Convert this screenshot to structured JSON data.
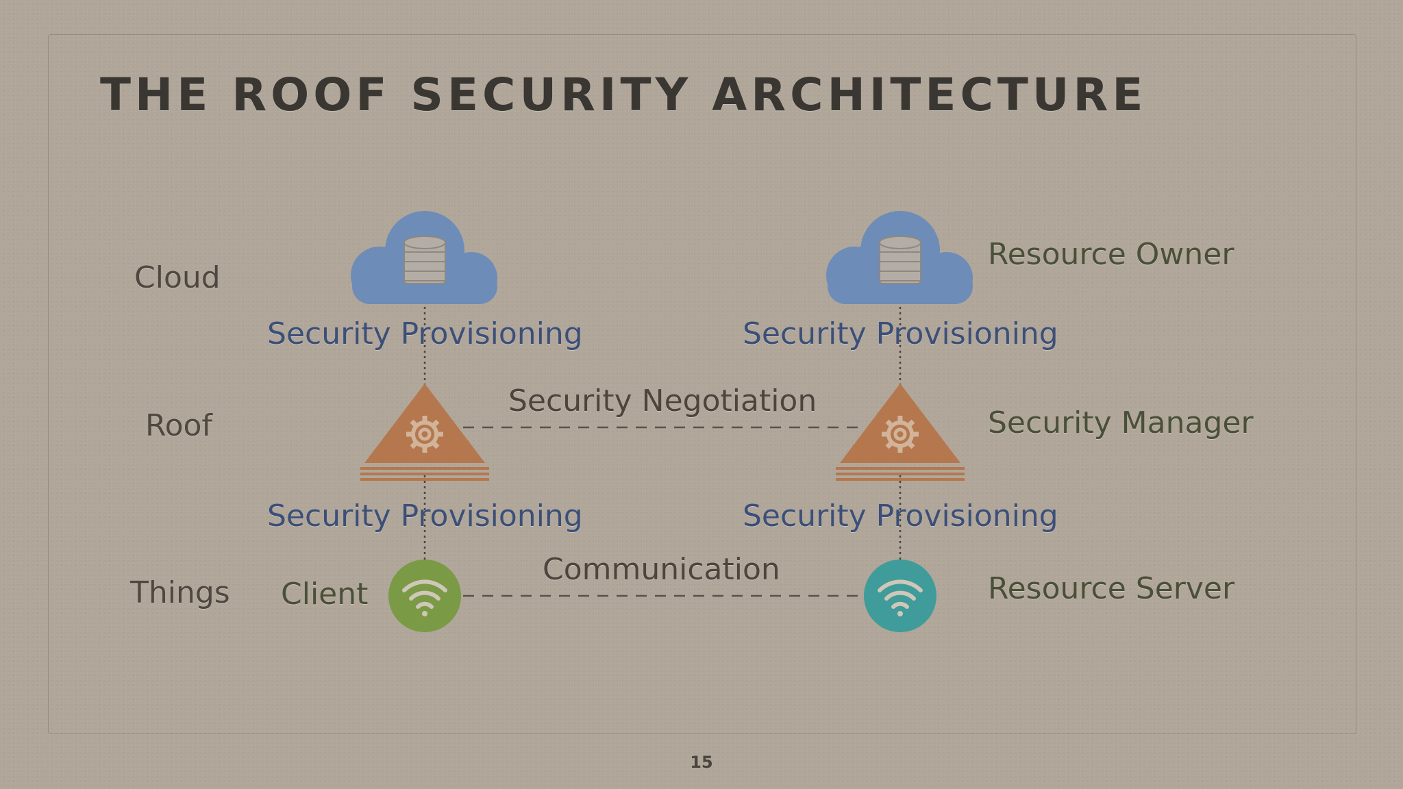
{
  "slide": {
    "title": "THE ROOF SECURITY ARCHITECTURE",
    "page_number": "15"
  },
  "rows": {
    "cloud": "Cloud",
    "roof": "Roof",
    "things": "Things"
  },
  "provisioning": {
    "cloud_left": "Security Provisioning",
    "cloud_right": "Security Provisioning",
    "things_left": "Security Provisioning",
    "things_right": "Security Provisioning"
  },
  "edges": {
    "negotiation": "Security Negotiation",
    "communication": "Communication"
  },
  "roles": {
    "resource_owner": "Resource Owner",
    "security_manager": "Security Manager",
    "client": "Client",
    "resource_server": "Resource Server"
  },
  "icons": {
    "cloud": "cloud-database-icon",
    "roof": "roof-gear-icon",
    "client": "wifi-client-icon",
    "server": "wifi-server-icon"
  },
  "colors": {
    "cloud": "#6d8cb8",
    "roof": "#b5774d",
    "client": "#7a9a45",
    "server": "#3f9c9a",
    "provisioning_text": "#3c4f78",
    "title": "#3a3632"
  }
}
